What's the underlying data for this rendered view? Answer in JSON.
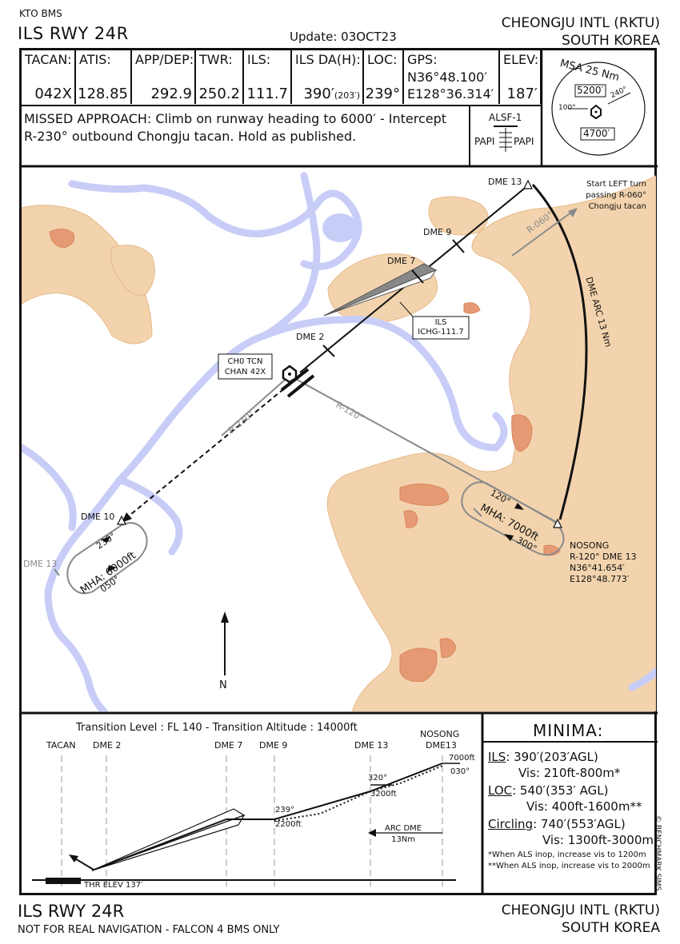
{
  "header": {
    "publisher": "KTO BMS",
    "approach_title": "ILS RWY 24R",
    "update": "Update: 03OCT23",
    "airport": "CHEONGJU INTL (RKTU)",
    "country": "SOUTH KOREA"
  },
  "info": [
    {
      "label": "TACAN:",
      "value": "042X"
    },
    {
      "label": "ATIS:",
      "value": "128.85"
    },
    {
      "label": "APP/DEP:",
      "value": "292.9"
    },
    {
      "label": "TWR:",
      "value": "250.2"
    },
    {
      "label": "ILS:",
      "value": "111.7"
    },
    {
      "label": "ILS DA(H):",
      "value": "390′",
      "value_small": "(203′)"
    },
    {
      "label": "LOC:",
      "value": "239°"
    },
    {
      "label": "GPS:",
      "value": "N36°48.100′",
      "value2": "E128°36.314′"
    },
    {
      "label": "ELEV:",
      "value": "187′"
    }
  ],
  "missed_approach": {
    "line1": "MISSED APPROACH: Climb on runway heading to 6000′ -  Intercept",
    "line2": "R-230° outbound Chongju tacan. Hold as published."
  },
  "lighting": {
    "alsf": "ALSF-1",
    "papi_left": "PAPI",
    "papi_right": "PAPI"
  },
  "msa": {
    "title": "MSA 25 Nm",
    "north_alt": "5200′",
    "south_alt": "4700′",
    "bearing_left": "100°",
    "bearing_right": "240°"
  },
  "plan": {
    "dme13": "DME 13",
    "dme9": "DME 9",
    "dme7": "DME 7",
    "dme2": "DME 2",
    "dme10": "DME 10",
    "dme13_left": "DME 13",
    "turn_note": [
      "Start LEFT turn",
      "passing R-060°",
      "Chongju tacan"
    ],
    "r060": "R-060°",
    "dme_arc": "DME ARC 13 Nm",
    "ils_box": [
      "ILS",
      "ICHG-111.7"
    ],
    "tacan_box": [
      "CH0 TCN",
      "CHAN 42X"
    ],
    "r120": "R-120°",
    "r230": "R-230°",
    "hold_right": {
      "inbound": "120°",
      "outbound": "300°",
      "mha": "MHA: 7000ft"
    },
    "hold_left": {
      "inbound": "230°",
      "outbound": "050°",
      "mha": "MHA: 6000ft"
    },
    "nosong": [
      "NOSONG",
      "R-120° DME 13",
      "N36°41.654′",
      "E128°48.773′"
    ],
    "north": "N"
  },
  "profile": {
    "transition": "Transition Level : FL 140  -  Transition Altitude : 14000ft",
    "fixes": [
      "TACAN",
      "DME 2",
      "DME 7",
      "DME 9",
      "DME 13",
      "NOSONG",
      "DME13"
    ],
    "alt_7000": "7000ft",
    "crs_030": "030°",
    "alt_3200": "3200ft",
    "crs_320": "320°",
    "crs_239": "239°",
    "alt_2200": "2200ft",
    "arc_label": [
      "ARC DME",
      "13Nm"
    ],
    "thr_elev": "THR ELEV 137′"
  },
  "minima": {
    "title": "MINIMA:",
    "ils_label": "ILS",
    "ils_value": ": 390′(203′AGL)",
    "ils_vis": "Vis: 210ft-800m*",
    "loc_label": "LOC",
    "loc_value": ": 540′(353′ AGL)",
    "loc_vis": "Vis: 400ft-1600m**",
    "circ_label": "Circling",
    "circ_value": ": 740′(553′AGL)",
    "circ_vis": "Vis: 1300ft-3000m",
    "note1": "*When ALS inop, increase vis to 1200m",
    "note2": "**When ALS inop, increase vis to 2000m"
  },
  "footer": {
    "title": "ILS RWY 24R",
    "note": "NOT FOR REAL NAVIGATION - FALCON 4 BMS ONLY",
    "airport": "CHEONGJU INTL (RKTU)",
    "country": "SOUTH KOREA"
  },
  "copyright": "© BENCHMARK SIMS",
  "colors": {
    "terrain": "#f2d3ad",
    "high_terrain": "#e69a73",
    "water": "#c7cdf7",
    "procedure": "#111111",
    "secondary": "#8a8a8a"
  }
}
